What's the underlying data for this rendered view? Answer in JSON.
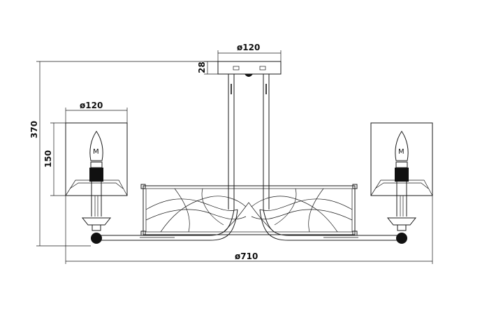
{
  "dimensions": {
    "canopy_diameter": "ø120",
    "canopy_height": "28",
    "overall_height": "370",
    "shade_diameter": "ø120",
    "shade_height": "150",
    "overall_diameter": "ø710"
  },
  "bulb_marks": {
    "left": "M",
    "right": "M"
  }
}
